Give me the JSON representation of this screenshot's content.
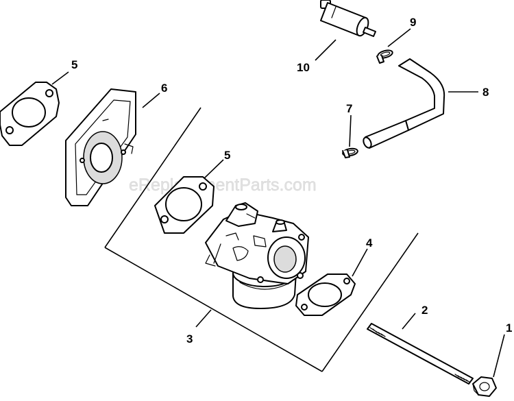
{
  "diagram": {
    "watermark": "eReplacementParts.com",
    "callouts": {
      "part_1": "1",
      "part_2": "2",
      "part_3": "3",
      "part_4": "4",
      "part_5_left": "5",
      "part_5_center": "5",
      "part_6": "6",
      "part_7": "7",
      "part_8": "8",
      "part_9": "9",
      "part_10": "10"
    }
  }
}
